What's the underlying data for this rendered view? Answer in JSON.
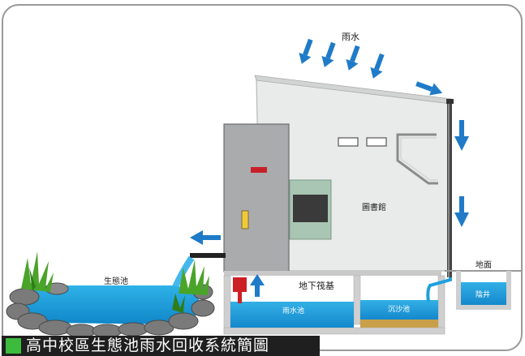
{
  "labels": {
    "rain": "雨水",
    "library": "圖書館",
    "basement": "地下筏基",
    "ecopond": "生態池",
    "rainpool": "雨水池",
    "sandpool": "沉沙池",
    "ground": "地面",
    "wellpit": "陰井"
  },
  "caption": {
    "text": "高中校區生態池雨水回收系統簡圖"
  },
  "colors": {
    "arrow": "#1f7bc8",
    "water": "#1ea0dc",
    "caption_bg": "#1f1f1f",
    "caption_square": "#3dbb3d",
    "wall": "#e8e8e8",
    "tower": "#a4a6a8",
    "window": "#a9c7b5"
  }
}
